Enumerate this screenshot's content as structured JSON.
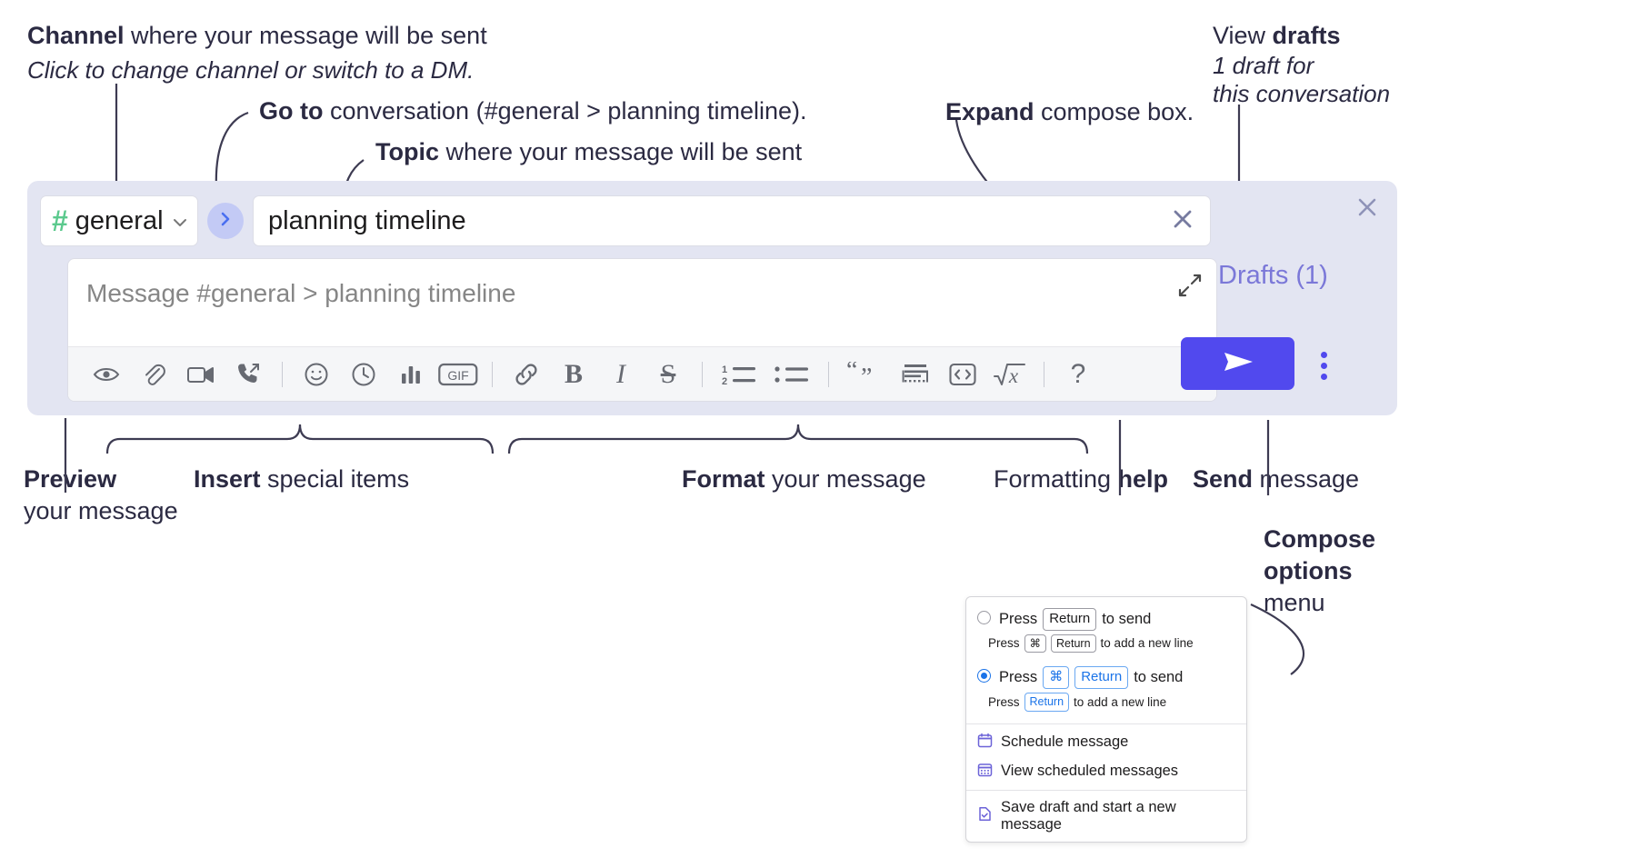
{
  "annotations": {
    "channel": {
      "bold": "Channel",
      "rest": " where your message will be sent",
      "sub": "Click to change channel or switch to a DM."
    },
    "goto": {
      "bold": "Go to",
      "rest": " conversation (#general > planning timeline)."
    },
    "topic": {
      "bold": "Topic",
      "rest": " where your message will be sent"
    },
    "expand": {
      "bold": "Expand",
      "rest": " compose box."
    },
    "drafts": {
      "pre": "View ",
      "bold": "drafts",
      "sub1": "1 draft for",
      "sub2": "this conversation"
    },
    "preview": {
      "bold": "Preview",
      "line2": "your message"
    },
    "insert": {
      "bold": "Insert",
      "rest": " special items"
    },
    "format": {
      "bold": "Format",
      "rest": " your message"
    },
    "help": {
      "pre": "Formatting ",
      "bold": "help"
    },
    "send": {
      "bold": "Send",
      "rest": " message"
    },
    "compose_options": {
      "bold1": "Compose",
      "bold2": "options",
      "rest": "menu"
    }
  },
  "compose": {
    "channel_name": "general",
    "hash_symbol": "#",
    "topic_value": "planning timeline",
    "message_placeholder": "Message #general > planning timeline",
    "drafts_label": "Drafts (1)",
    "toolbar": [
      {
        "name": "preview-icon",
        "label": "Preview"
      },
      {
        "name": "attachment-icon",
        "label": "Attach file"
      },
      {
        "name": "video-icon",
        "label": "Video clip"
      },
      {
        "name": "audio-call-icon",
        "label": "Audio clip"
      },
      {
        "name": "separator",
        "label": ""
      },
      {
        "name": "emoji-icon",
        "label": "Emoji"
      },
      {
        "name": "reminder-clock-icon",
        "label": "Reminder"
      },
      {
        "name": "poll-icon",
        "label": "Poll"
      },
      {
        "name": "gif-icon",
        "label": "GIF"
      },
      {
        "name": "separator",
        "label": ""
      },
      {
        "name": "link-icon",
        "label": "Link"
      },
      {
        "name": "bold-icon",
        "label": "B"
      },
      {
        "name": "italic-icon",
        "label": "I"
      },
      {
        "name": "strikethrough-icon",
        "label": "S"
      },
      {
        "name": "separator",
        "label": ""
      },
      {
        "name": "ordered-list-icon",
        "label": "Ordered list"
      },
      {
        "name": "bulleted-list-icon",
        "label": "Bulleted list"
      },
      {
        "name": "separator",
        "label": ""
      },
      {
        "name": "blockquote-icon",
        "label": "Blockquote"
      },
      {
        "name": "code-block-icon",
        "label": "Code block"
      },
      {
        "name": "inline-code-icon",
        "label": "Code"
      },
      {
        "name": "math-icon",
        "label": "Math"
      },
      {
        "name": "separator",
        "label": ""
      },
      {
        "name": "help-icon",
        "label": "?"
      }
    ],
    "gif_label": "GIF",
    "bold_label": "B",
    "italic_label": "I",
    "strike_label": "S",
    "help_label": "?",
    "ordered_one": "1",
    "ordered_two": "2"
  },
  "popup": {
    "option1": {
      "pre": "Press ",
      "key": "Return",
      "post": " to send",
      "sub_pre": "Press ",
      "sub_key1": "⌘",
      "sub_key2": "Return",
      "sub_post": " to add a new line",
      "selected": false
    },
    "option2": {
      "pre": "Press ",
      "key1": "⌘",
      "key2": "Return",
      "post": " to send",
      "sub_pre": "Press ",
      "sub_key": "Return",
      "sub_post": " to add a new line",
      "selected": true
    },
    "items": [
      {
        "icon": "calendar-schedule-icon",
        "label": "Schedule message"
      },
      {
        "icon": "calendar-grid-icon",
        "label": "View scheduled messages"
      },
      {
        "icon": "save-draft-icon",
        "label": "Save draft and start a new message"
      }
    ]
  },
  "colors": {
    "accent": "#5149ee",
    "compose_bg": "#e3e5f2",
    "hash_green": "#5bc98d",
    "drafts_purple": "#7b78d8",
    "radio_blue": "#1a73e8"
  }
}
